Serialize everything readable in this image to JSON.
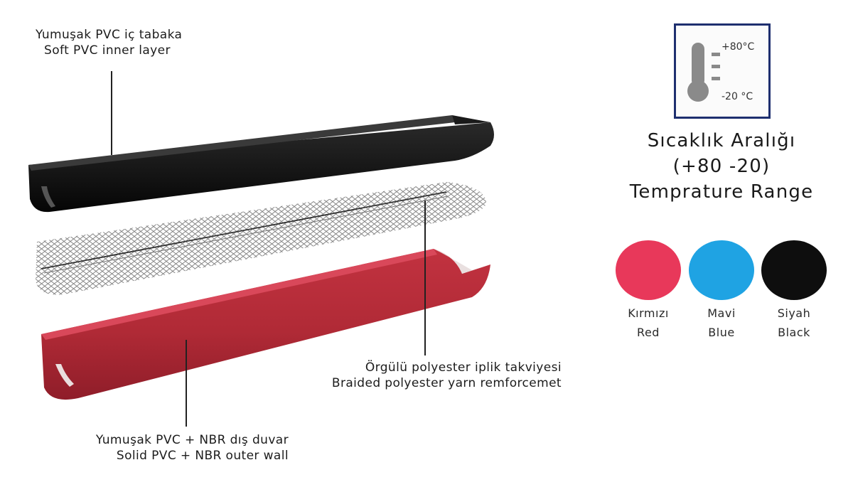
{
  "layers": {
    "inner": {
      "tr": "Yumuşak PVC iç tabaka",
      "en": "Soft PVC inner layer"
    },
    "yarn": {
      "tr": "Örgülü polyester iplik takviyesi",
      "en": "Braided polyester yarn remforcemet"
    },
    "outer": {
      "tr": "Yumuşak PVC + NBR dış duvar",
      "en": "Solid PVC + NBR outer wall"
    }
  },
  "temperature": {
    "icon": "thermometer-icon",
    "max_label": "+80°C",
    "min_label": "-20 °C",
    "title_tr": "Sıcaklık Aralığı",
    "range": "(+80 -20)",
    "title_en": "Temprature Range"
  },
  "colors": [
    {
      "tr": "Kırmızı",
      "en": "Red",
      "hex": "#e8385a"
    },
    {
      "tr": "Mavi",
      "en": "Blue",
      "hex": "#1fa3e3"
    },
    {
      "tr": "Siyah",
      "en": "Black",
      "hex": "#0e0e0e"
    }
  ]
}
